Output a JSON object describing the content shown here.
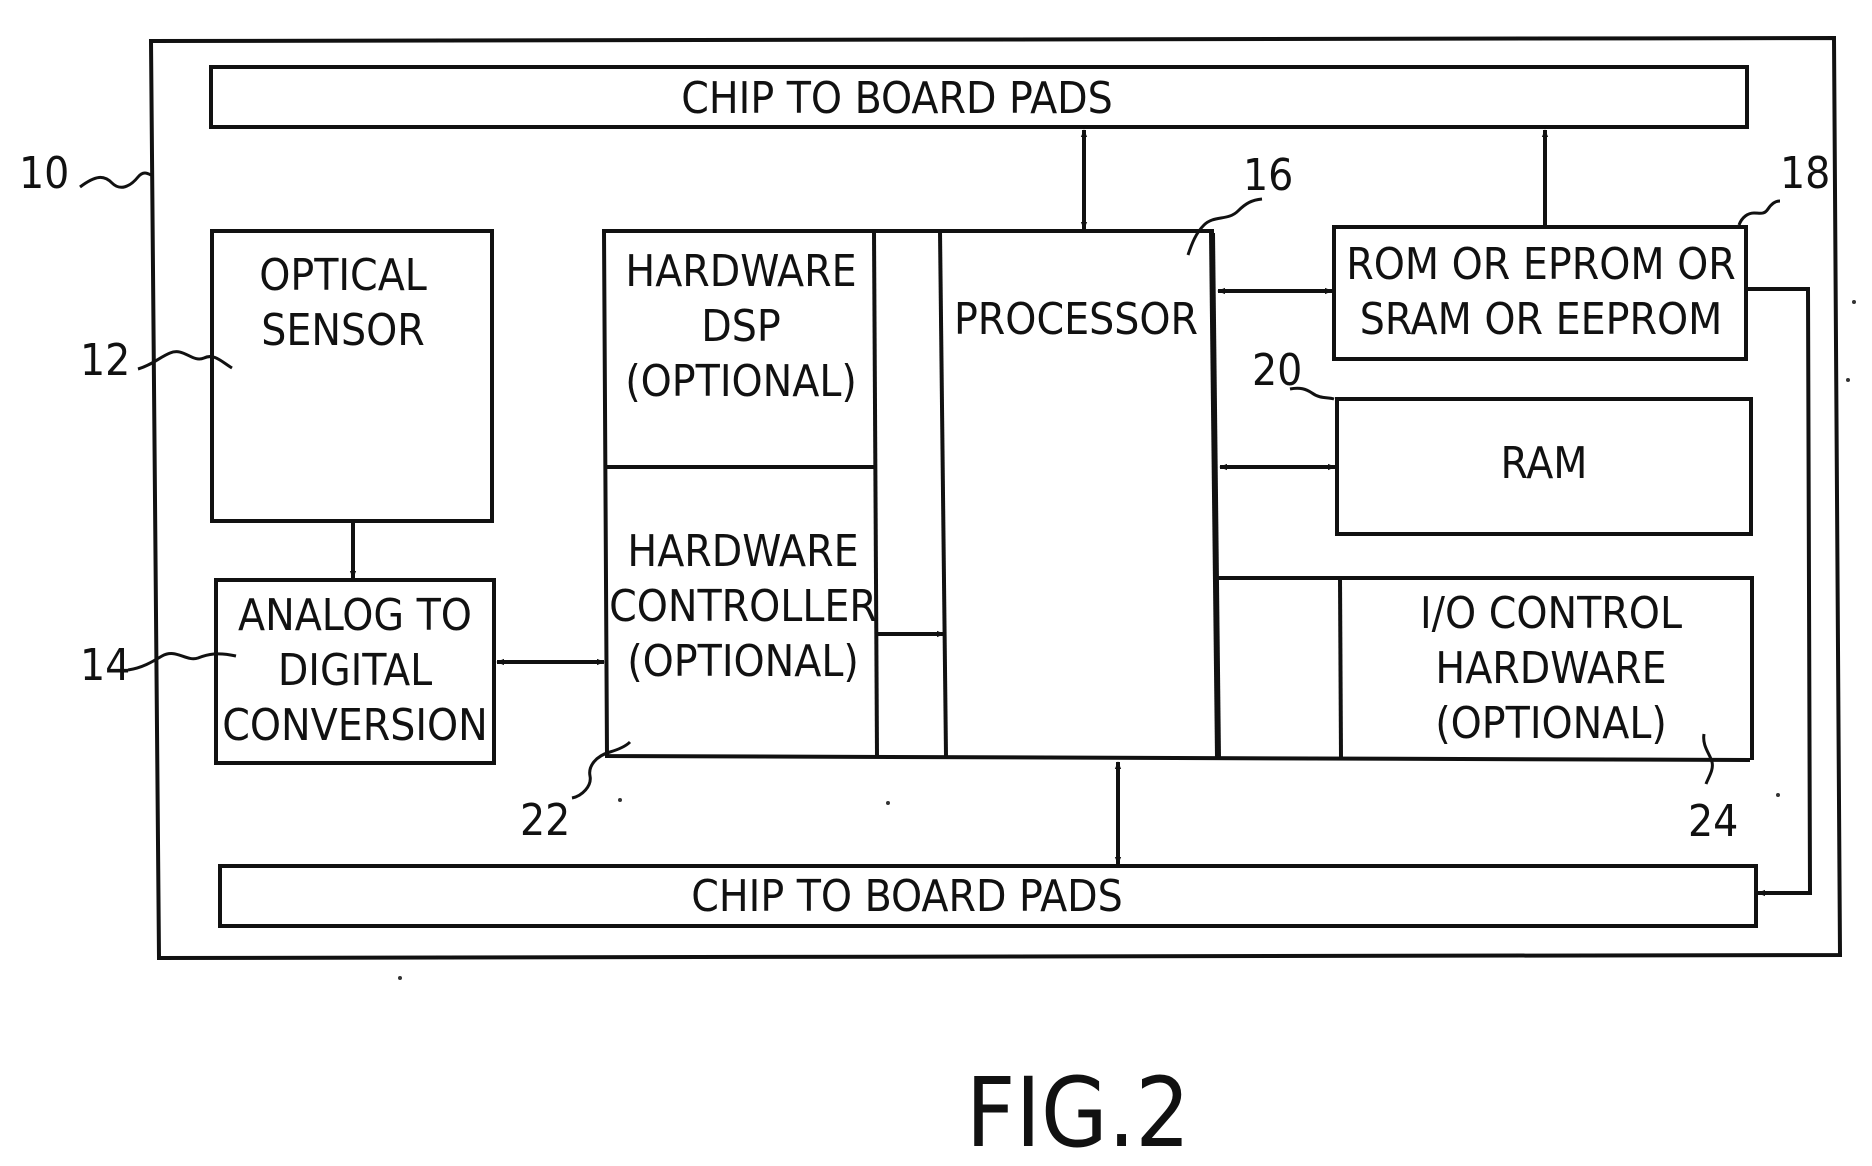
{
  "figure": {
    "caption": "FIG.2",
    "ink_color": "#111111",
    "background_color": "#ffffff"
  },
  "blocks": {
    "pads_top": {
      "lines": [
        "CHIP TO BOARD PADS"
      ]
    },
    "pads_bottom": {
      "lines": [
        "CHIP TO BOARD PADS"
      ]
    },
    "optical_sensor": {
      "lines": [
        "OPTICAL",
        "SENSOR"
      ]
    },
    "adc": {
      "lines": [
        "ANALOG TO",
        "DIGITAL",
        "CONVERSION"
      ]
    },
    "hw_dsp": {
      "lines": [
        "HARDWARE",
        "DSP",
        "(OPTIONAL)"
      ]
    },
    "hw_controller": {
      "lines": [
        "HARDWARE",
        "CONTROLLER",
        "(OPTIONAL)"
      ]
    },
    "processor": {
      "lines": [
        "PROCESSOR"
      ]
    },
    "rom": {
      "lines": [
        "ROM OR EPROM OR",
        "SRAM OR EEPROM"
      ]
    },
    "ram": {
      "lines": [
        "RAM"
      ]
    },
    "io_control": {
      "lines": [
        "I/O CONTROL",
        "HARDWARE",
        "(OPTIONAL)"
      ]
    }
  },
  "reference_numerals": {
    "chip": "10",
    "optical_sensor": "12",
    "adc": "14",
    "processor": "16",
    "rom": "18",
    "ram": "20",
    "hw_controller": "22",
    "io_control": "24"
  }
}
